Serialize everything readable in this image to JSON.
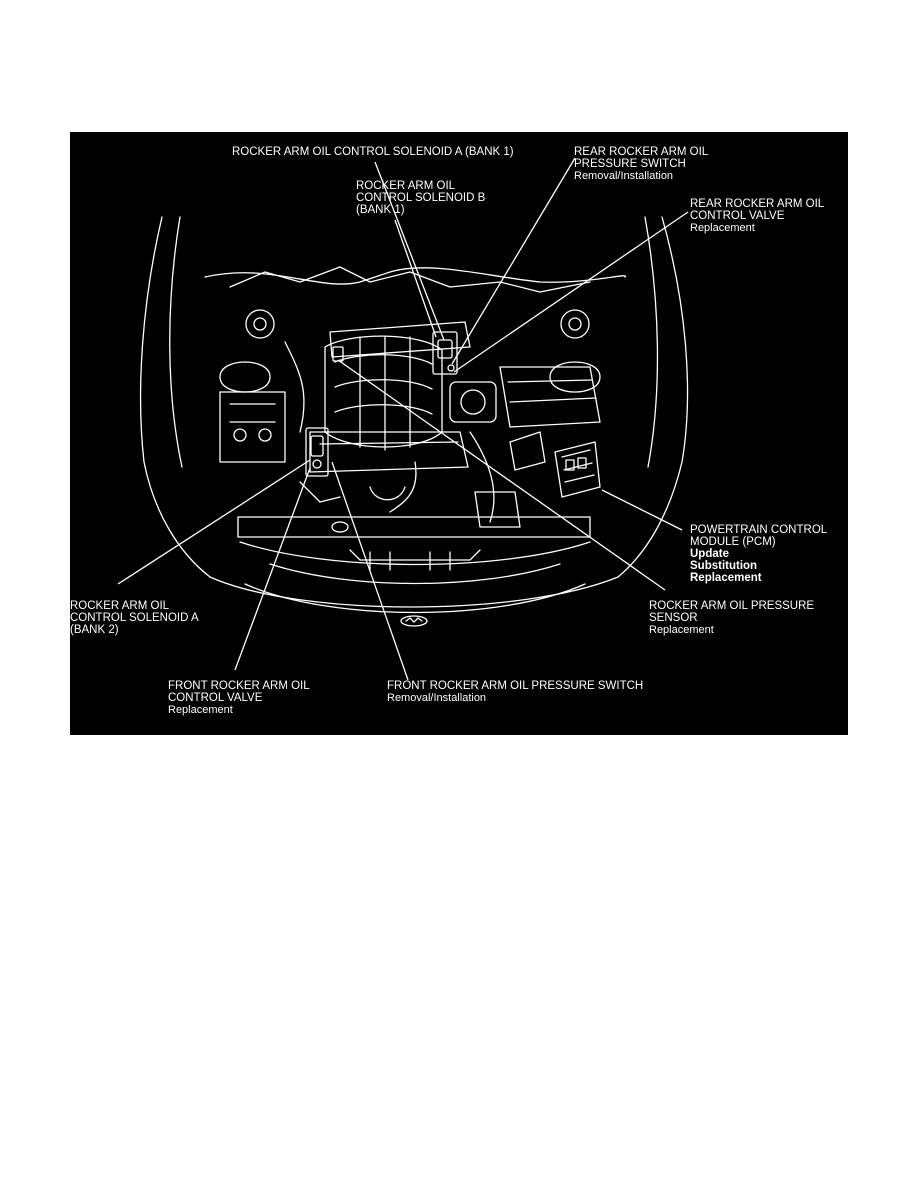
{
  "colors": {
    "background": "#000000",
    "linework": "#ffffff",
    "page": "#ffffff"
  },
  "callouts": {
    "solenoid_a_bank1": {
      "line1": "ROCKER ARM OIL CONTROL SOLENOID A (BANK 1)"
    },
    "rear_pressure_switch": {
      "line1": "REAR ROCKER ARM OIL",
      "line2": "PRESSURE SWITCH",
      "action": "Removal/Installation"
    },
    "solenoid_b_bank1": {
      "line1": "ROCKER ARM OIL",
      "line2": "CONTROL SOLENOID B",
      "line3": "(BANK 1)"
    },
    "rear_control_valve": {
      "line1": "REAR ROCKER ARM OIL",
      "line2": "CONTROL VALVE",
      "action": "Replacement"
    },
    "pcm": {
      "line1": "POWERTRAIN CONTROL",
      "line2": "MODULE (PCM)",
      "action1": "Update",
      "action2": "Substitution",
      "action3": "Replacement"
    },
    "solenoid_a_bank2": {
      "line1": "ROCKER ARM OIL",
      "line2": "CONTROL SOLENOID A",
      "line3": "(BANK 2)"
    },
    "oil_pressure_sensor": {
      "line1": "ROCKER ARM OIL PRESSURE",
      "line2": "SENSOR",
      "action": "Replacement"
    },
    "front_control_valve": {
      "line1": "FRONT ROCKER ARM OIL",
      "line2": "CONTROL VALVE",
      "action": "Replacement"
    },
    "front_pressure_switch": {
      "line1": "FRONT ROCKER ARM OIL PRESSURE SWITCH",
      "action": "Removal/Installation"
    }
  }
}
